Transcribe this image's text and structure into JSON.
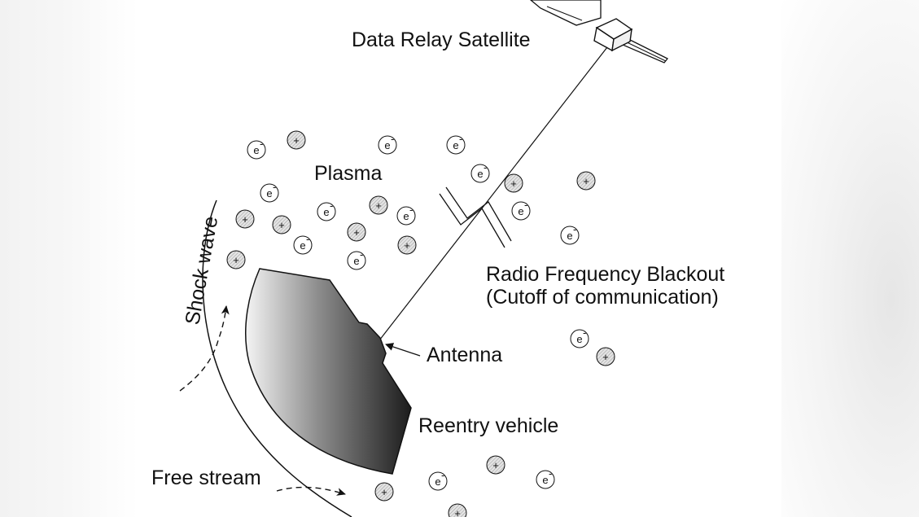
{
  "labels": {
    "satellite": "Data Relay Satellite",
    "plasma": "Plasma",
    "blackout_line1": "Radio Frequency Blackout",
    "blackout_line2": "(Cutoff of communication)",
    "antenna": "Antenna",
    "reentry_vehicle": "Reentry vehicle",
    "shock_wave": "Shock wave",
    "free_stream": "Free stream"
  },
  "particle_symbols": {
    "electron": "e",
    "electron_sign": "-",
    "ion": "+"
  },
  "particles": [
    {
      "type": "electron"
    },
    {
      "type": "ion"
    },
    {
      "type": "electron"
    },
    {
      "type": "electron"
    },
    {
      "type": "electron"
    },
    {
      "type": "ion"
    },
    {
      "type": "ion"
    },
    {
      "type": "electron"
    },
    {
      "type": "ion"
    },
    {
      "type": "ion"
    },
    {
      "type": "ion"
    },
    {
      "type": "electron"
    },
    {
      "type": "electron"
    },
    {
      "type": "electron"
    },
    {
      "type": "electron"
    },
    {
      "type": "ion"
    },
    {
      "type": "ion"
    },
    {
      "type": "ion"
    },
    {
      "type": "electron"
    },
    {
      "type": "electron"
    },
    {
      "type": "ion"
    },
    {
      "type": "electron"
    },
    {
      "type": "ion"
    },
    {
      "type": "ion"
    },
    {
      "type": "electron"
    },
    {
      "type": "electron"
    },
    {
      "type": "ion"
    }
  ],
  "colors": {
    "ink": "#111111",
    "vehicle_dark": "#1c1c1c",
    "vehicle_light": "#f4f4f4",
    "ion_fill": "#d9d9d9"
  }
}
